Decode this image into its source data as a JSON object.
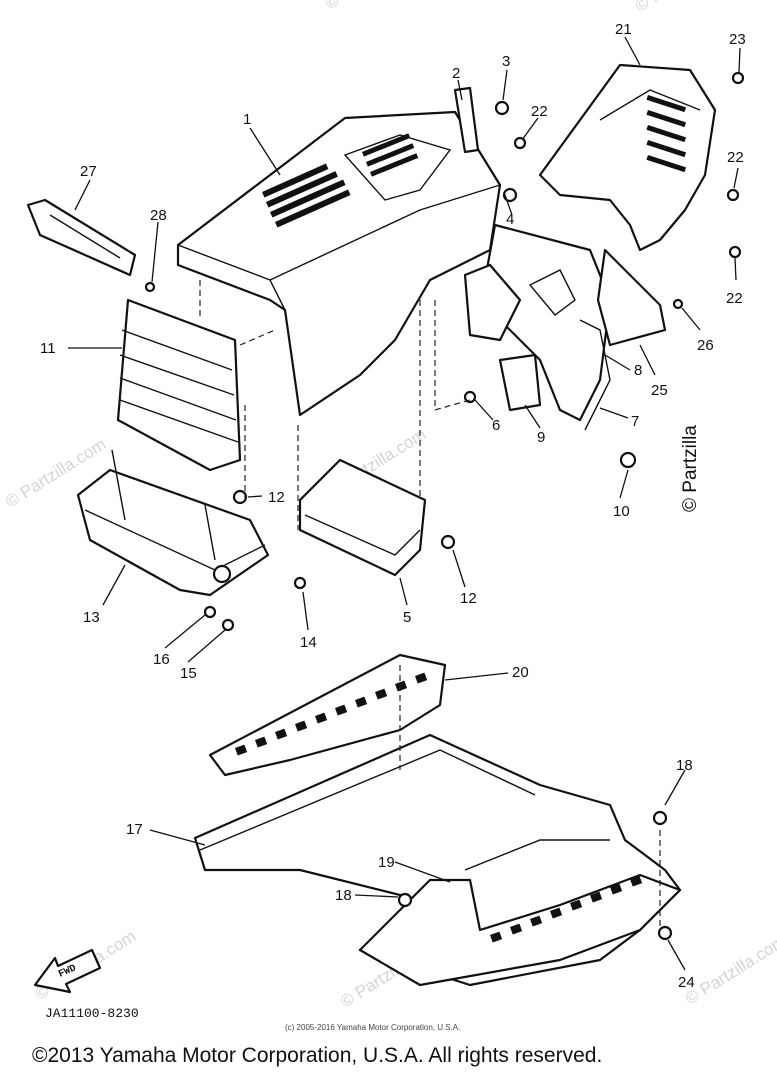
{
  "callouts": [
    "1",
    "2",
    "3",
    "4",
    "5",
    "6",
    "7",
    "8",
    "9",
    "10",
    "11",
    "12",
    "12",
    "13",
    "14",
    "15",
    "16",
    "17",
    "18",
    "18",
    "19",
    "20",
    "21",
    "22",
    "22",
    "22",
    "23",
    "24",
    "25",
    "26",
    "27",
    "28"
  ],
  "watermark": "© Partzilla.com",
  "watermark_side": "© Partzilla",
  "fwd_label": "FWD",
  "diagram_code": "JA11100-8230",
  "small_copyright": "(c) 2005-2016 Yamaha Motor Corporation, U.S.A.",
  "copyright": "©2013 Yamaha Motor Corporation, U.S.A. All rights reserved."
}
